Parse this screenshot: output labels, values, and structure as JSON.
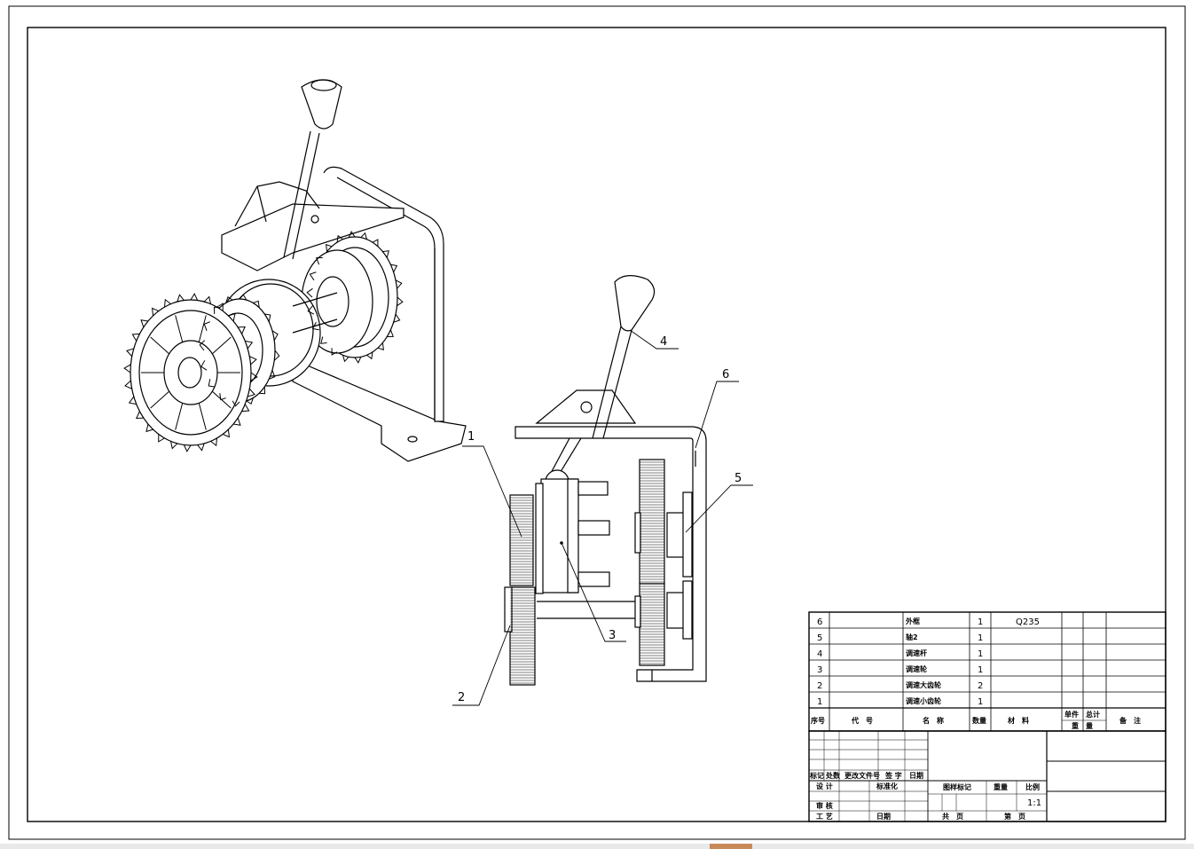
{
  "drawing": {
    "callouts": [
      "1",
      "2",
      "3",
      "4",
      "5",
      "6"
    ]
  },
  "bom": {
    "rows": [
      {
        "no": "6",
        "code": "",
        "name": "外框",
        "qty": "1",
        "material": "Q235",
        "remark": ""
      },
      {
        "no": "5",
        "code": "",
        "name": "轴2",
        "qty": "1",
        "material": "",
        "remark": ""
      },
      {
        "no": "4",
        "code": "",
        "name": "调速杆",
        "qty": "1",
        "material": "",
        "remark": ""
      },
      {
        "no": "3",
        "code": "",
        "name": "调速轮",
        "qty": "1",
        "material": "",
        "remark": ""
      },
      {
        "no": "2",
        "code": "",
        "name": "调速大齿轮",
        "qty": "2",
        "material": "",
        "remark": ""
      },
      {
        "no": "1",
        "code": "",
        "name": "调速小齿轮",
        "qty": "1",
        "material": "",
        "remark": ""
      }
    ],
    "header": {
      "no": "序号",
      "code": "代　号",
      "name": "名　称",
      "qty": "数量",
      "material": "材　料",
      "unit": "单件",
      "total": "总计",
      "weight": "重　量",
      "remark": "备　注"
    }
  },
  "title_block": {
    "mark": "标记",
    "count": "处数",
    "change_doc": "更改文件号",
    "sign": "签 字",
    "date": "日期",
    "design": "设 计",
    "standard": "标准化",
    "stage_mark": "图样标记",
    "weight": "重量",
    "scale": "比例",
    "review": "审 核",
    "process": "工 艺",
    "date2": "日期",
    "scale_value": "1:1",
    "total_sheets": "共　页",
    "sheet_no": "第　页"
  },
  "colors": {
    "line": "#000000",
    "strip": "#e9e9e9",
    "strip_accent": "#c98a5a"
  }
}
